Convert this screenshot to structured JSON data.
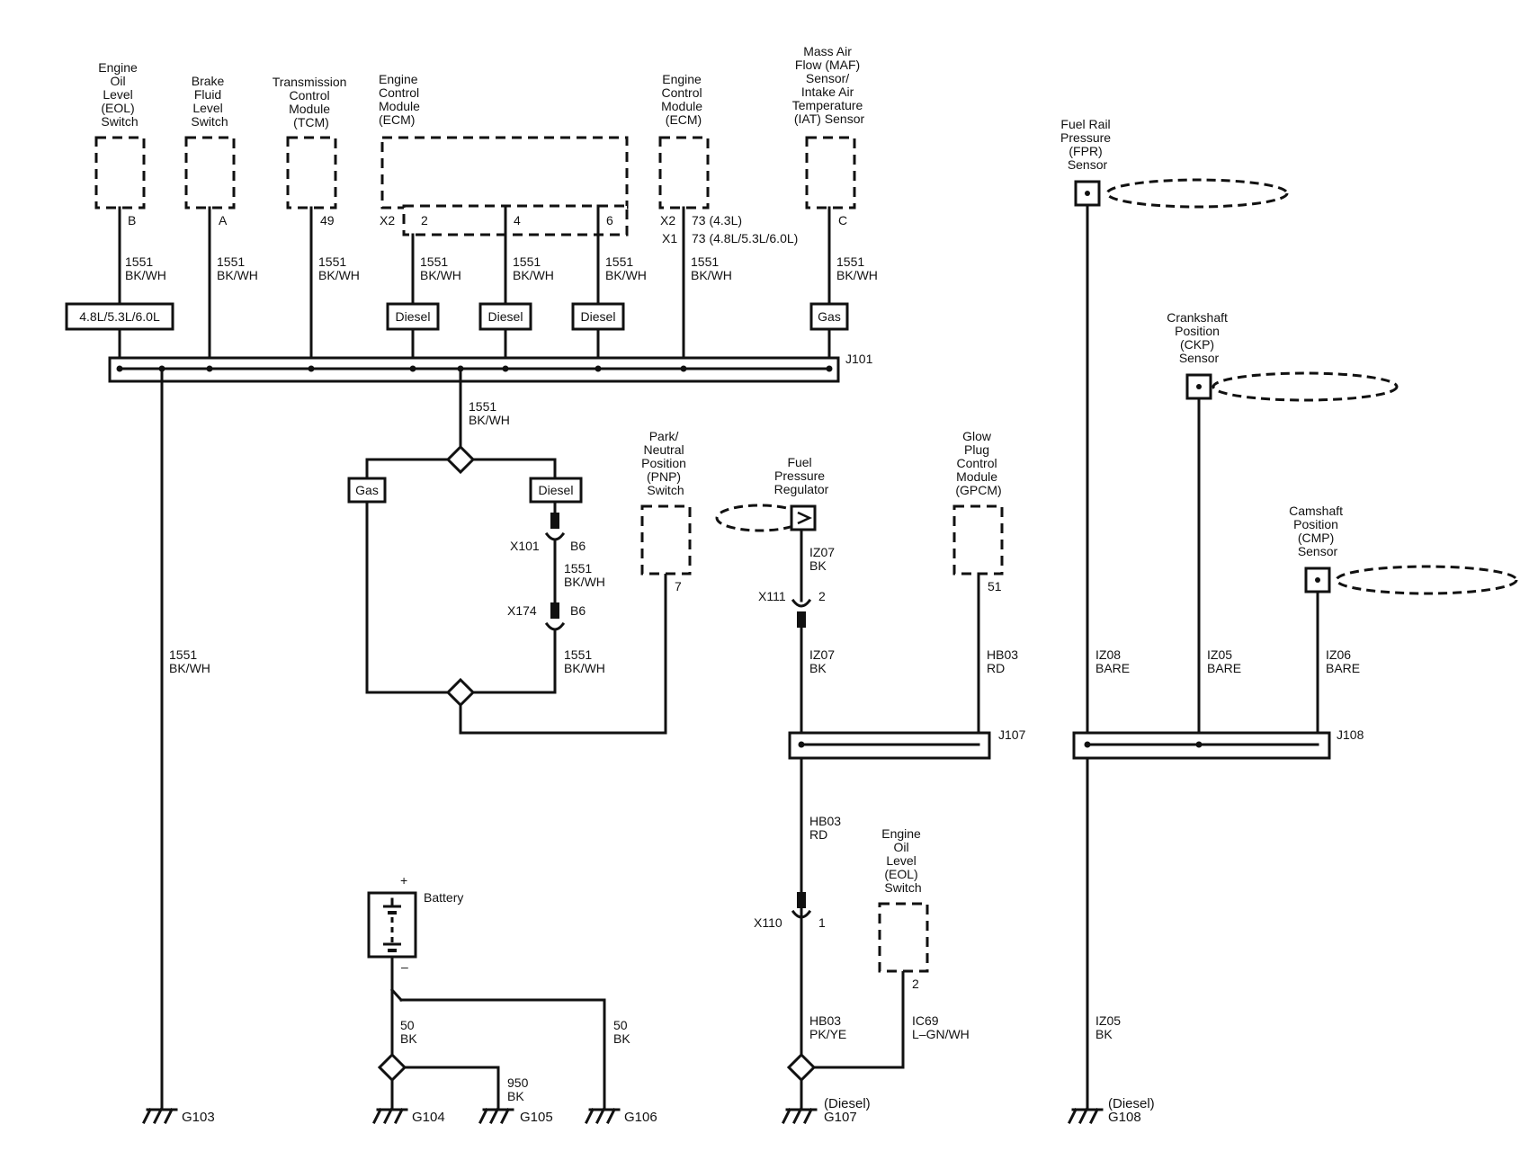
{
  "components": {
    "eol_top": [
      "Engine",
      "Oil",
      "Level",
      "(EOL)",
      "Switch"
    ],
    "brake": [
      "Brake",
      "Fluid",
      "Level",
      "Switch"
    ],
    "tcm": [
      "Transmission",
      "Control",
      "Module",
      "(TCM)"
    ],
    "ecm1": [
      "Engine",
      "Control",
      "Module",
      "(ECM)"
    ],
    "ecm2": [
      "Engine",
      "Control",
      "Module",
      "(ECM)"
    ],
    "maf": [
      "Mass Air",
      "Flow (MAF)",
      "Sensor/",
      "Intake Air",
      "Temperature",
      "(IAT) Sensor"
    ],
    "fpr": [
      "Fuel Rail",
      "Pressure",
      "(FPR)",
      "Sensor"
    ],
    "ckp": [
      "Crankshaft",
      "Position",
      "(CKP)",
      "Sensor"
    ],
    "cmp": [
      "Camshaft",
      "Position",
      "(CMP)",
      "Sensor"
    ],
    "pnp": [
      "Park/",
      "Neutral",
      "Position",
      "(PNP)",
      "Switch"
    ],
    "fuel_reg": [
      "Fuel",
      "Pressure",
      "Regulator"
    ],
    "gpcm": [
      "Glow",
      "Plug",
      "Control",
      "Module",
      "(GPCM)"
    ],
    "eol_bottom": [
      "Engine",
      "Oil",
      "Level",
      "(EOL)",
      "Switch"
    ],
    "battery": "Battery"
  },
  "pins": {
    "eol": "B",
    "brake": "A",
    "tcm": "49",
    "ecm_conn": "X2",
    "ecm_a": "2",
    "ecm_b": "4",
    "ecm_c": "6",
    "ecm2_x2": "X2",
    "ecm2_x2_val": "73 (4.3L)",
    "ecm2_x1": "X1",
    "ecm2_x1_val": "73 (4.8L/5.3L/6.0L)",
    "maf": "C",
    "pnp": "7",
    "gpcm": "51",
    "eol_bottom": "2",
    "plus": "+",
    "minus": "–"
  },
  "tags": {
    "engine": "4.8L/5.3L/6.0L",
    "diesel": "Diesel",
    "gas": "Gas"
  },
  "wires": {
    "w1551": [
      "1551",
      "BK/WH"
    ],
    "iz07": [
      "IZ07",
      "BK"
    ],
    "hb03_rd": [
      "HB03",
      "RD"
    ],
    "hb03_pkye": [
      "HB03",
      "PK/YE"
    ],
    "ic69": [
      "IC69",
      "L–GN/WH"
    ],
    "iz08": [
      "IZ08",
      "BARE"
    ],
    "iz05_bare": [
      "IZ05",
      "BARE"
    ],
    "iz06": [
      "IZ06",
      "BARE"
    ],
    "iz05_bk": [
      "IZ05",
      "BK"
    ],
    "w50": [
      "50",
      "BK"
    ],
    "w950": [
      "950",
      "BK"
    ]
  },
  "connectors": {
    "x101": "X101",
    "x101_pin": "B6",
    "x174": "X174",
    "x174_pin": "B6",
    "x111": "X111",
    "x111_pin": "2",
    "x110": "X110",
    "x110_pin": "1"
  },
  "splices": {
    "j101": "J101",
    "j107": "J107",
    "j108": "J108"
  },
  "grounds": {
    "g103": "G103",
    "g104": "G104",
    "g105": "G105",
    "g106": "G106",
    "g107": "G107",
    "g108": "G108",
    "diesel_note": "(Diesel)"
  }
}
